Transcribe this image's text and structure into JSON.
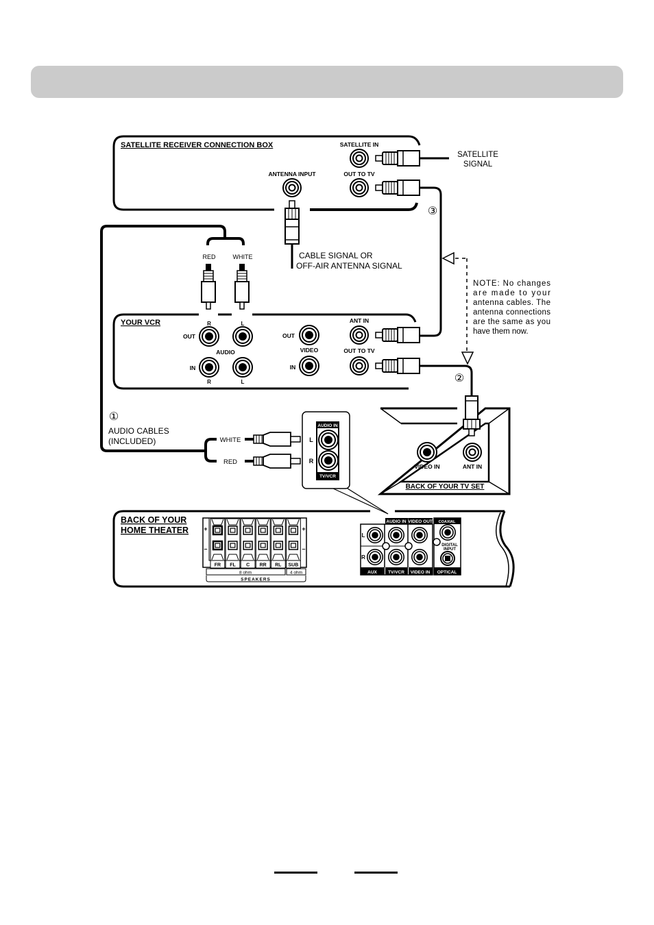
{
  "header": {
    "title": ""
  },
  "satellite_box": {
    "title": "SATELLITE RECEIVER CONNECTION BOX",
    "satellite_in": "SATELLITE IN",
    "out_to_tv": "OUT TO TV",
    "antenna_input": "ANTENNA INPUT",
    "signal_label_1": "SATELLITE",
    "signal_label_2": "SIGNAL"
  },
  "cable_signal": {
    "line1": "CABLE SIGNAL OR",
    "line2": "OFF-AIR ANTENNA SIGNAL"
  },
  "vcr_cables": {
    "red": "RED",
    "white": "WHITE"
  },
  "steps": {
    "one": "①",
    "two": "②",
    "three": "③"
  },
  "note": {
    "lines": [
      "NOTE: No changes",
      "are made to your",
      "antenna cables. The",
      "antenna connections",
      "are the same as you",
      "have them now."
    ]
  },
  "vcr": {
    "title": "YOUR VCR",
    "r": "R",
    "l": "L",
    "out": "OUT",
    "in": "IN",
    "audio": "AUDIO",
    "video": "VIDEO",
    "ant_in": "ANT IN",
    "out_to_tv": "OUT TO TV"
  },
  "audio_cables": {
    "line1": "AUDIO CABLES",
    "line2": "(INCLUDED)",
    "white": "WHITE",
    "red": "RED"
  },
  "callout": {
    "audio_in": "AUDIO IN",
    "tv_vcr": "TV/VCR",
    "l": "L",
    "r": "R"
  },
  "tv": {
    "title": "BACK OF YOUR TV SET",
    "video_in": "VIDEO IN",
    "ant_in": "ANT IN"
  },
  "home_theater": {
    "title_1": "BACK OF YOUR",
    "title_2": "HOME THEATER",
    "plus": "+",
    "minus": "–",
    "speakers": [
      "FR",
      "FL",
      "C",
      "RR",
      "RL",
      "SUB"
    ],
    "ohm_8": "8 ohm",
    "ohm_4": "4 ohm",
    "speakers_label": "SPEAKERS",
    "audio_in": "AUDIO IN",
    "video_out": "VIDEO OUT",
    "coaxial": "COAXIAL",
    "digital_input_1": "DIGITAL",
    "digital_input_2": "INPUT",
    "aux": "AUX",
    "tv_vcr": "TV/VCR",
    "video_in": "VIDEO IN",
    "optical": "OPTICAL",
    "l": "L",
    "r": "R"
  }
}
